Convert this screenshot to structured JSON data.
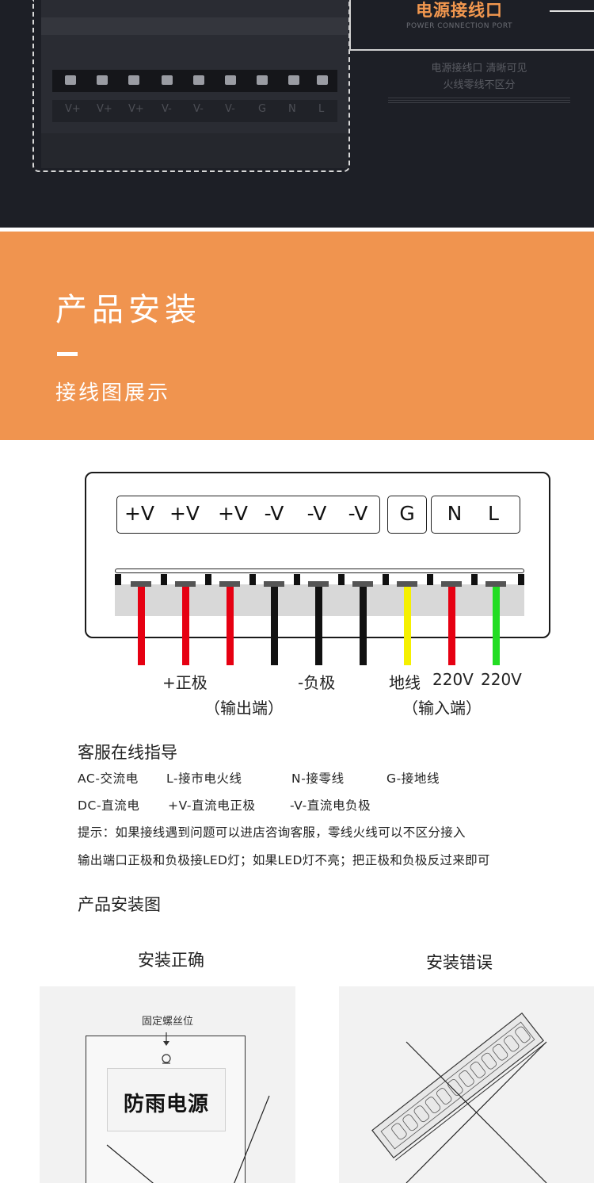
{
  "header_section": {
    "port_title": "电源接线口",
    "port_subtitle": "POWER CONNECTION PORT",
    "port_desc_line1": "电源接线口 清晰可见",
    "port_desc_line2": "火线零线不区分",
    "photo_terminal_labels": [
      "V+",
      "V+",
      "V+",
      "V-",
      "V-",
      "V-",
      "G",
      "N",
      "L"
    ]
  },
  "banner": {
    "title": "产品安装",
    "subtitle": "接线图展示"
  },
  "wiring_diagram": {
    "terminal_groups": [
      {
        "labels": [
          "+V",
          "+V",
          "+V",
          "-V",
          "-V",
          "-V"
        ]
      },
      {
        "labels": [
          "G"
        ]
      },
      {
        "labels": [
          "N",
          "L"
        ]
      }
    ],
    "wire_colors": [
      "#e60012",
      "#e60012",
      "#e60012",
      "#111111",
      "#111111",
      "#111111",
      "#f5f000",
      "#e60012",
      "#22dd22"
    ],
    "positive_label": "+正极",
    "negative_label": "-负极",
    "output_label": "（输出端）",
    "ground_label": "地线",
    "v1_label": "220V",
    "v2_label": "220V",
    "input_label": "（输入端）"
  },
  "guide": {
    "heading": "客服在线指导",
    "line1": [
      "AC-交流电",
      "L-接市电火线",
      "N-接零线",
      "G-接地线"
    ],
    "line2": [
      "DC-直流电",
      "+V-直流电正极",
      "-V-直流电负极"
    ],
    "tip1": "提示：如果接线遇到问题可以进店咨询客服，零线火线可以不区分接入",
    "tip2": "输出端口正极和负极接LED灯；如果LED灯不亮；把正极和负极反过来即可"
  },
  "install": {
    "heading": "产品安装图",
    "correct_caption": "安装正确",
    "wrong_caption": "安装错误",
    "screw_label": "固定螺丝位",
    "product_label": "防雨电源"
  }
}
